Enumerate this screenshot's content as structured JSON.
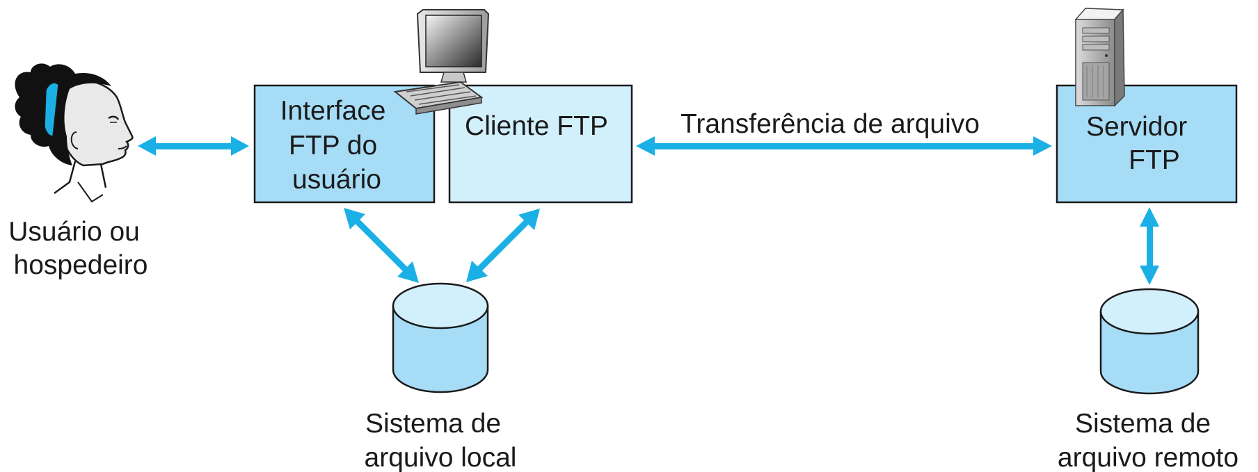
{
  "user": {
    "lines": [
      "Usuário ou",
      "hospedeiro"
    ]
  },
  "interface_box": {
    "lines": [
      "Interface",
      "FTP do",
      "usuário"
    ]
  },
  "client_box": {
    "label": "Cliente FTP"
  },
  "transfer": {
    "label": "Transferência de arquivo"
  },
  "server_box": {
    "lines": [
      "Servidor",
      "FTP"
    ]
  },
  "local_fs": {
    "lines": [
      "Sistema de",
      "arquivo local"
    ]
  },
  "remote_fs": {
    "lines": [
      "Sistema de",
      "arquivo remoto"
    ]
  },
  "colors": {
    "arrow": "#1ab0e6",
    "box_dark": "#a6dcf6",
    "box_light": "#d2effc",
    "cylinder": "#a6dcf6",
    "stroke": "#1a1a1a"
  }
}
